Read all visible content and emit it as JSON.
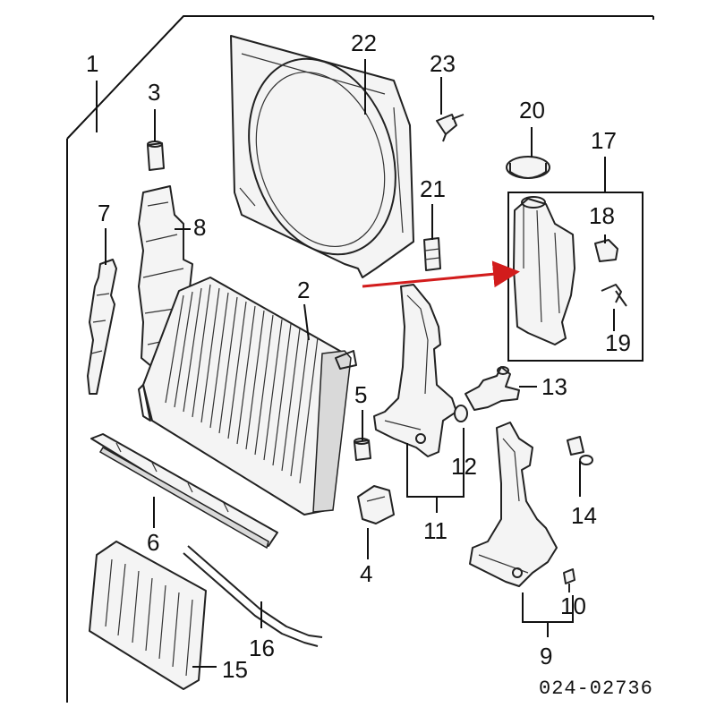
{
  "labels": {
    "l1": "1",
    "l2": "2",
    "l3": "3",
    "l4": "4",
    "l5": "5",
    "l6": "6",
    "l7": "7",
    "l8": "8",
    "l9": "9",
    "l10": "10",
    "l11": "11",
    "l12": "12",
    "l13": "13",
    "l14": "14",
    "l15": "15",
    "l16": "16",
    "l17": "17",
    "l18": "18",
    "l19": "19",
    "l20": "20",
    "l21": "21",
    "l22": "22",
    "l23": "23"
  },
  "diagram_code": "024-02736",
  "colors": {
    "highlight_arrow": "#d21c1c",
    "line": "#222222",
    "background": "#ffffff"
  }
}
